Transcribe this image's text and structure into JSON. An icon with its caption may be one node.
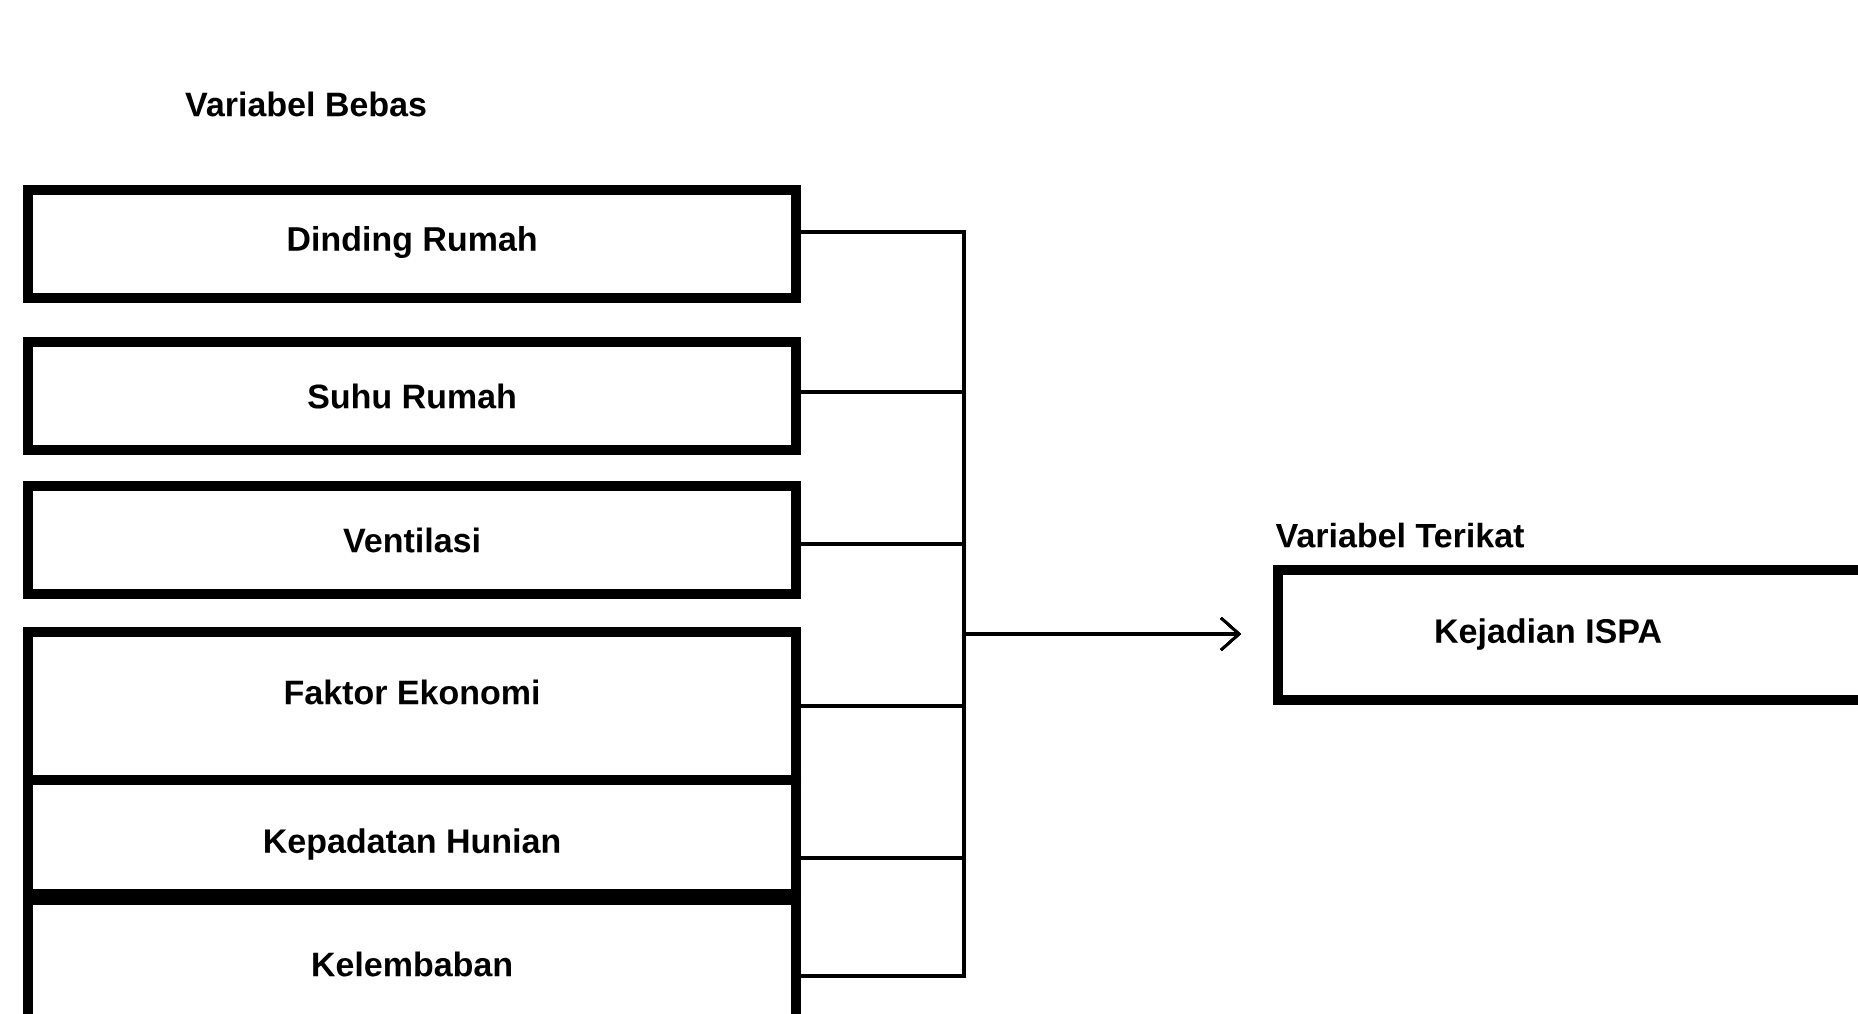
{
  "diagram": {
    "nodes": [
      {
        "text": [
          "Dinding Rumah"
        ]
      },
      {
        "text": [
          "Suhu Rumah"
        ]
      },
      {
        "text": [
          "Ventilasi"
        ]
      },
      {
        "text": [
          "Faktor Ekonomi"
        ]
      },
      {
        "text": [
          "Kepadatan Hunian"
        ]
      },
      {
        "text": [
          "Kelembaban"
        ]
      },
      {
        "text": [
          "Variabel Terikat",
          "Kejadian ISPA"
        ]
      }
    ],
    "edges": [
      {
        "from": 0,
        "to": 6,
        "arrow": "to"
      },
      {
        "from": 1,
        "to": 6,
        "arrow": "to"
      },
      {
        "from": 2,
        "to": 6,
        "arrow": "to"
      },
      {
        "from": 3,
        "to": 6,
        "arrow": "to"
      },
      {
        "from": 4,
        "to": 6,
        "arrow": "to"
      },
      {
        "from": 5,
        "to": 6,
        "arrow": "to"
      }
    ],
    "labels": [
      "Variabel Bebas"
    ]
  }
}
